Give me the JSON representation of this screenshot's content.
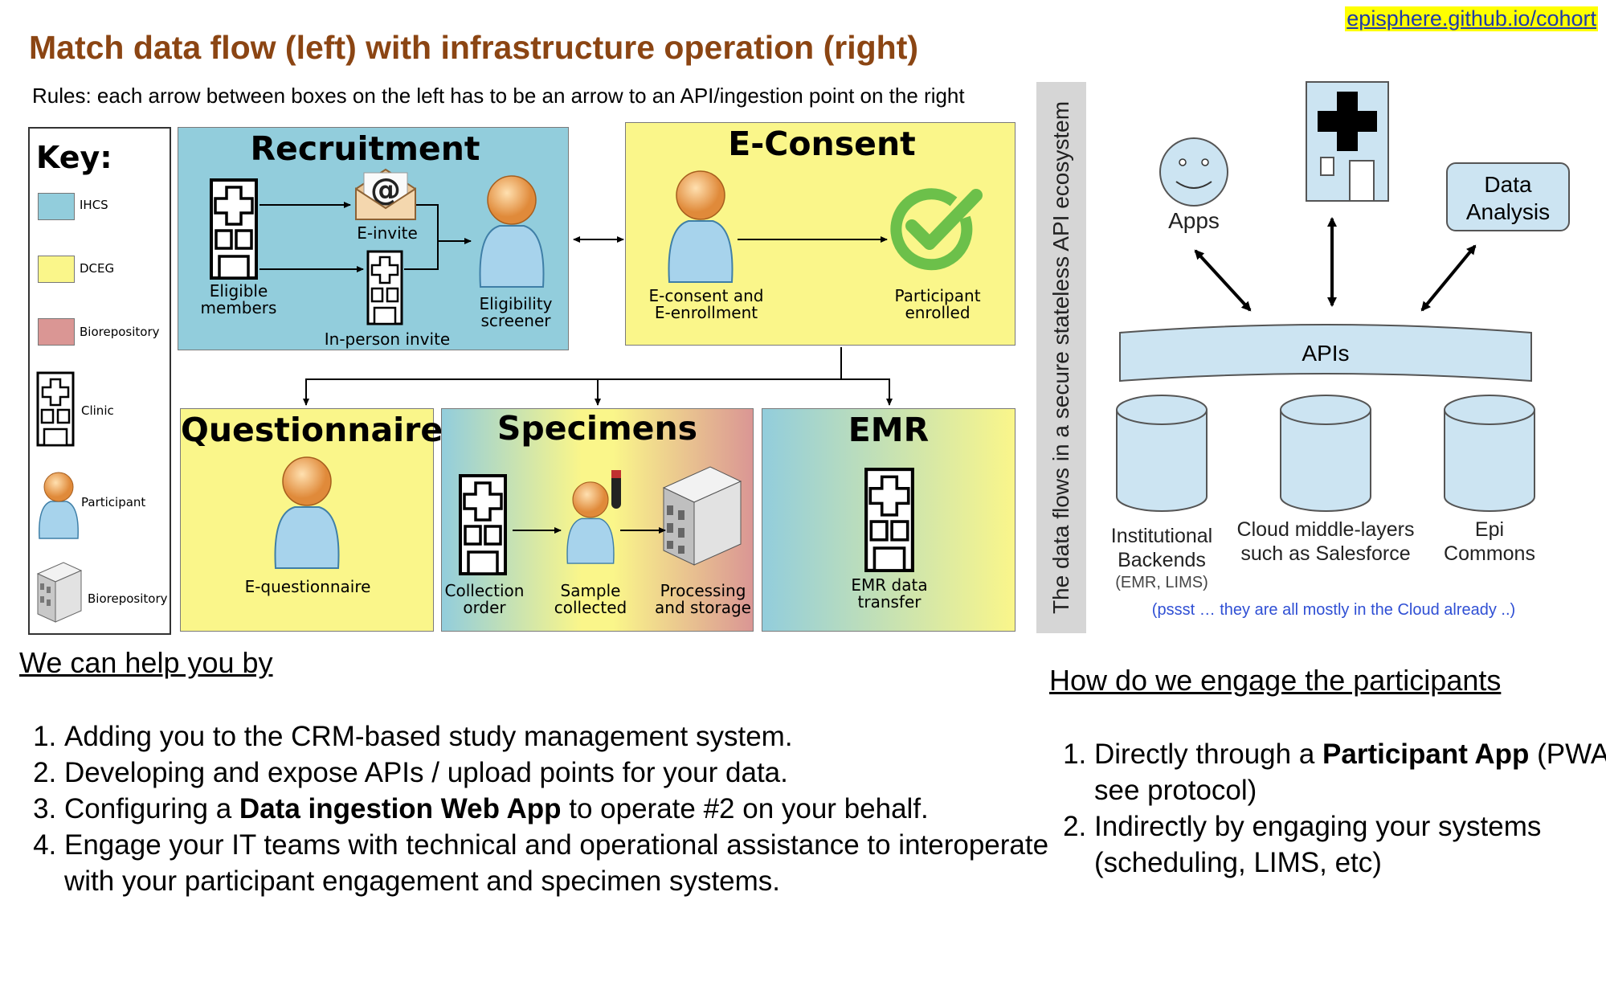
{
  "header": {
    "title": "Match data flow (left) with infrastructure operation (right)",
    "link": "episphere.github.io/cohort",
    "rules": "Rules: each arrow between boxes on the left has to be an arrow to an API/ingestion point on the right"
  },
  "key": {
    "title": "Key:",
    "items": [
      "IHCS",
      "DCEG",
      "Biorepository",
      "Clinic",
      "Participant",
      "Biorepository"
    ]
  },
  "recruitment": {
    "title": "Recruitment",
    "eligible": [
      "Eligible",
      "members"
    ],
    "einvite": "E-invite",
    "inperson": "In-person invite",
    "screener": [
      "Eligibility",
      "screener"
    ]
  },
  "econsent": {
    "title": "E-Consent",
    "left": [
      "E-consent and",
      "E-enrollment"
    ],
    "right": [
      "Participant",
      "enrolled"
    ]
  },
  "questionnaire": {
    "title": "Questionnaire",
    "label": "E-questionnaire"
  },
  "specimens": {
    "title": "Specimens",
    "collection": [
      "Collection",
      "order"
    ],
    "sample": [
      "Sample",
      "collected"
    ],
    "processing": [
      "Processing",
      "and storage"
    ]
  },
  "emr": {
    "title": "EMR",
    "label": [
      "EMR data",
      "transfer"
    ]
  },
  "vertical_text": "The data flows in a secure stateless API ecosystem",
  "right": {
    "apps": "Apps",
    "data_analysis": [
      "Data",
      "Analysis"
    ],
    "apis": "APIs",
    "db1": [
      "Institutional",
      "Backends"
    ],
    "db1_sub": "(EMR, LIMS)",
    "db2": [
      "Cloud middle-layers",
      "such as Salesforce"
    ],
    "db3": [
      "Epi",
      "Commons"
    ],
    "note": "(pssst … they are all mostly in the Cloud already ..)"
  },
  "help": {
    "title": "We can help you by",
    "items": [
      {
        "pre": "Adding you to the CRM-based study management system.",
        "bold": "",
        "post": ""
      },
      {
        "pre": "Developing and expose APIs / upload points for your data.",
        "bold": "",
        "post": ""
      },
      {
        "pre": "Configuring a ",
        "bold": "Data ingestion Web App",
        "post": " to operate #2 on your behalf."
      },
      {
        "pre": "Engage your IT teams with technical and operational assistance to interoperate with your participant engagement and specimen systems.",
        "bold": "",
        "post": ""
      }
    ]
  },
  "engage": {
    "title": "How do we engage the participants",
    "items": [
      {
        "pre": "Directly through a ",
        "bold": "Participant App",
        "post": " (PWA, see protocol)"
      },
      {
        "pre": "Indirectly by engaging your systems (scheduling, LIMS, etc)",
        "bold": "",
        "post": ""
      }
    ]
  },
  "colors": {
    "ihcs": "#92CDDC",
    "dceg": "#FAF68A",
    "bio": "#DA9694",
    "title": "#8B4513",
    "link": "#1F3BA8",
    "highlight": "#FFFF00",
    "check": "#6CC04A",
    "db": "#CCE8F4"
  },
  "icons": [
    "clinic-icon",
    "envelope-icon",
    "participant-icon",
    "checkmark-icon",
    "test-tube-icon",
    "biorepository-icon",
    "smiley-icon",
    "hospital-icon",
    "database-icon"
  ]
}
